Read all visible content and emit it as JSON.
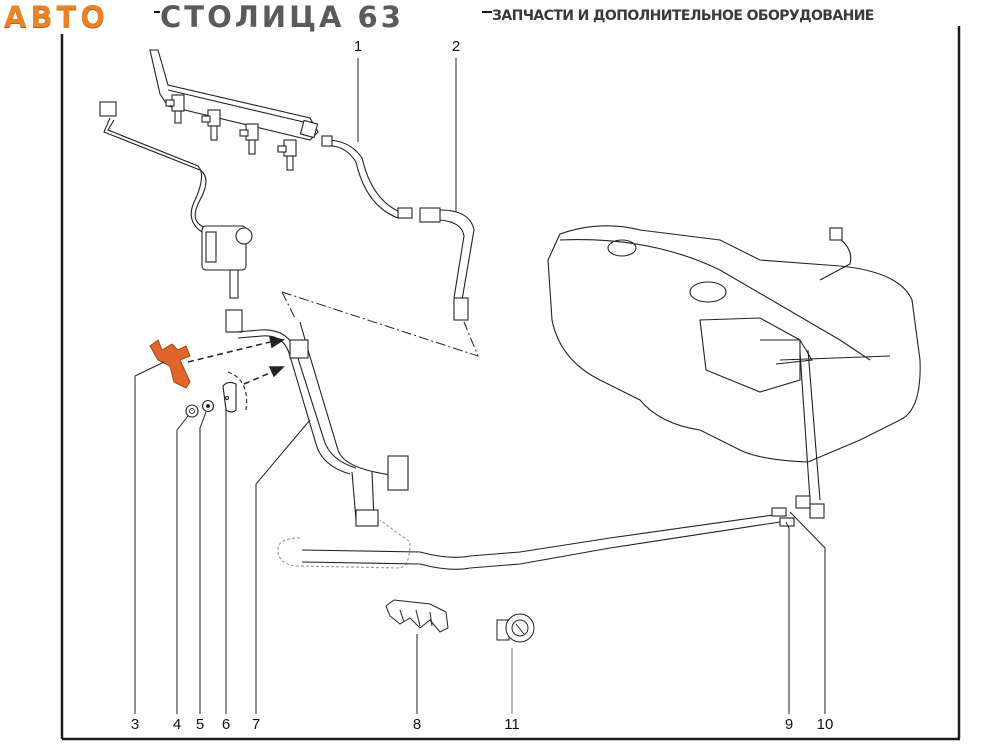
{
  "header": {
    "brand_part1": "АВТО",
    "brand_part2": "СТОЛИЦА 63",
    "tagline": "ЗАПЧАСТИ И ДОПОЛНИТЕЛЬНОЕ ОБОРУДОВАНИЕ"
  },
  "colors": {
    "brand_orange": "#e8832a",
    "brand_gray": "#555555",
    "highlight_part": "#e0662a",
    "line": "#1a1a1a"
  },
  "diagram": {
    "callouts": [
      {
        "id": "3",
        "label": "3"
      },
      {
        "id": "4",
        "label": "4"
      },
      {
        "id": "5",
        "label": "5"
      },
      {
        "id": "6",
        "label": "6"
      },
      {
        "id": "7",
        "label": "7"
      },
      {
        "id": "8",
        "label": "8"
      },
      {
        "id": "11",
        "label": "11"
      },
      {
        "id": "9",
        "label": "9"
      },
      {
        "id": "10",
        "label": "10"
      },
      {
        "id": "1",
        "label": "1"
      },
      {
        "id": "2",
        "label": "2"
      }
    ],
    "highlighted_part": "3"
  }
}
